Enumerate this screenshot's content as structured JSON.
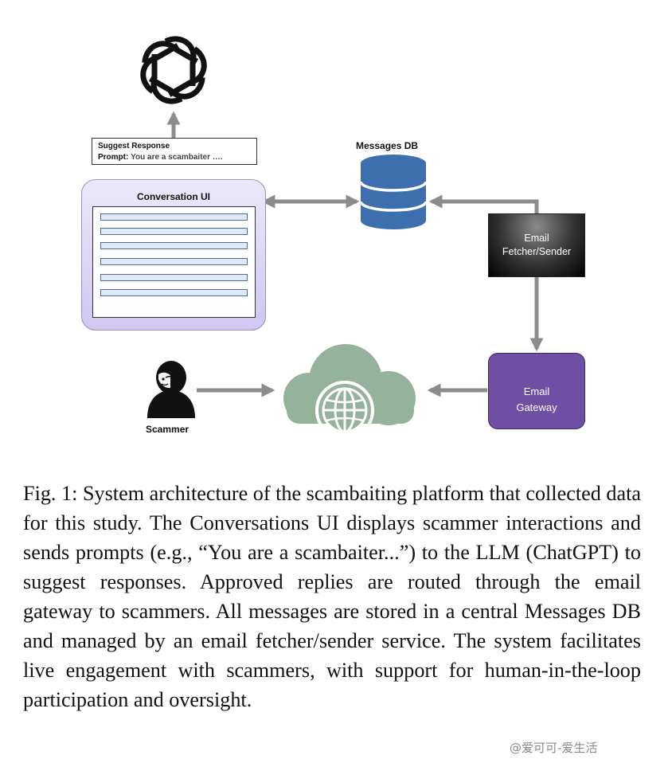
{
  "diagram": {
    "llm_icon": "openai-logo-icon",
    "prompt_box": {
      "line1": "Suggest Response",
      "line2_label": "Prompt:",
      "line2_value": "You are a scambaiter …."
    },
    "conversation_ui": {
      "title": "Conversation UI",
      "message_rows": 6
    },
    "messages_db": {
      "label": "Messages DB",
      "icon": "database-icon"
    },
    "fetcher": {
      "line1": "Email",
      "line2": "Fetcher/Sender"
    },
    "gateway": {
      "line1": "Email",
      "line2": "Gateway",
      "icon": "envelope-icon"
    },
    "internet": {
      "icon": "cloud-globe-icon"
    },
    "scammer": {
      "label": "Scammer",
      "icon": "masked-person-icon"
    },
    "colors": {
      "arrow": "#8c8c8c",
      "db": "#3d6faf",
      "cloud": "#95b29a",
      "gateway": "#6e4fa3",
      "conversation_ui": "#cfc7f0"
    }
  },
  "caption": "Fig. 1: System architecture of the scambaiting platform that collected data for this study. The Conversations UI displays scammer interactions and sends prompts (e.g., “You are a scambaiter...”) to the LLM (ChatGPT) to suggest responses. Approved replies are routed through the email gateway to scammers. All messages are stored in a central Messages DB and managed by an email fetcher/sender service. The system facilitates live engagement with scammers, with support for human-in-the-loop participation and oversight.",
  "watermark": "@爱可可-爱生活"
}
